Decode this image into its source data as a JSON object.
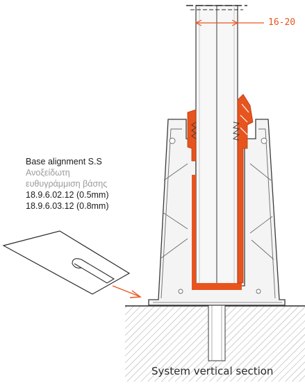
{
  "colors": {
    "accent": "#e8541e",
    "line": "#3a3a3a",
    "fill_light": "#f2f2f2"
  },
  "dimension": {
    "label": "16-20"
  },
  "annotation": {
    "title": "Base alignment S.S",
    "greek_line1": "Ανοξείδωτη",
    "greek_line2": "ευθυγράμμιση βάσης",
    "code1": "18.9.6.02.12 (0.5mm)",
    "code2": "18.9.6.03.12 (0.8mm)"
  },
  "caption": "System vertical section"
}
